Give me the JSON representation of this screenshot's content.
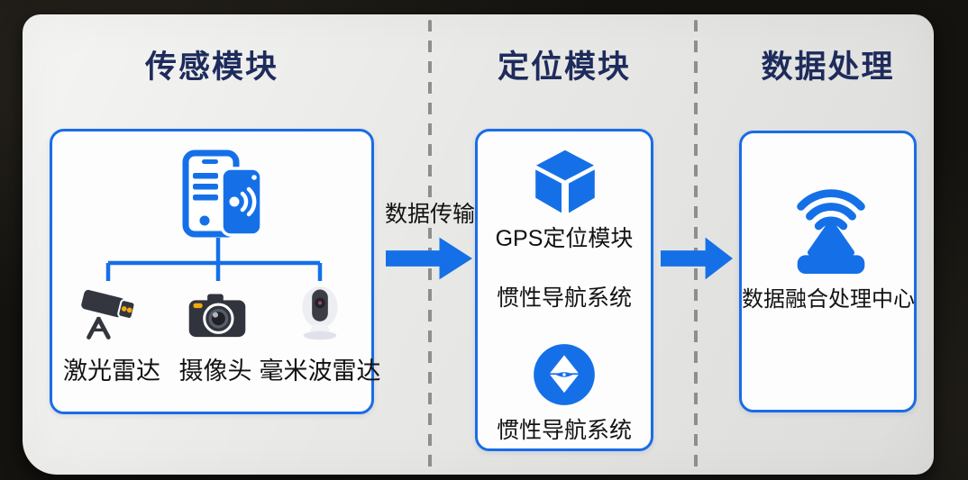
{
  "diagram_title": "",
  "colors": {
    "accent_blue": "#1570e8",
    "card_border": "#1a6ce6",
    "title_navy": "#1e2b5c",
    "paper": "#e8e9e6",
    "background": "#15130f",
    "text": "#121212",
    "dash_gray": "#8e8e8e",
    "icon_dark": "#33363e",
    "icon_yellow": "#f3a90e"
  },
  "modules": [
    {
      "title": "传感模块",
      "hub_icon": "smart-devices-icon",
      "sensors": [
        {
          "icon": "lidar-camera-icon",
          "label": "激光雷达"
        },
        {
          "icon": "camera-icon",
          "label": "摄像头"
        },
        {
          "icon": "webcam-icon",
          "label": "毫米波雷达"
        }
      ]
    },
    {
      "title": "定位模块",
      "items": [
        {
          "icon": "cube-icon",
          "label": "GPS定位模块"
        },
        {
          "icon": "",
          "label": "惯性导航系统"
        },
        {
          "icon": "compass-icon",
          "label": "惯性导航系统"
        }
      ]
    },
    {
      "title": "数据处理",
      "items": [
        {
          "icon": "beacon-antenna-icon",
          "label": "数据融合处理中心"
        }
      ]
    }
  ],
  "flow": {
    "transfer_label": "数据传输",
    "arrow_icons": [
      "right-arrow-icon",
      "right-arrow-icon"
    ]
  }
}
